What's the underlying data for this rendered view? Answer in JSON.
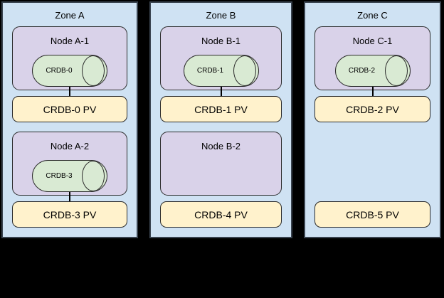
{
  "colors": {
    "zone-fill": "#cfe2f3",
    "zone-stroke": "#39434f",
    "node-fill": "#d9d2e9",
    "node-stroke": "#2b2b2b",
    "pod-fill": "#d9ead3",
    "pod-stroke": "#2b2b2b",
    "pv-fill": "#fff2cc",
    "pv-stroke": "#2b2b2b",
    "connector": "#000000",
    "text": "#000000",
    "background": "#000000"
  },
  "zones": [
    {
      "title": "Zone A",
      "nodes": [
        {
          "title": "Node A-1",
          "pod": "CRDB-0",
          "pv": "CRDB-0 PV"
        },
        {
          "title": "Node A-2",
          "pod": "CRDB-3",
          "pv": "CRDB-3 PV"
        }
      ]
    },
    {
      "title": "Zone B",
      "nodes": [
        {
          "title": "Node B-1",
          "pod": "CRDB-1",
          "pv": "CRDB-1 PV"
        },
        {
          "title": "Node B-2",
          "pv": "CRDB-4 PV"
        }
      ]
    },
    {
      "title": "Zone C",
      "nodes": [
        {
          "title": "Node C-1",
          "pod": "CRDB-2",
          "pv": "CRDB-2 PV"
        },
        {
          "pv": "CRDB-5 PV"
        }
      ]
    }
  ]
}
